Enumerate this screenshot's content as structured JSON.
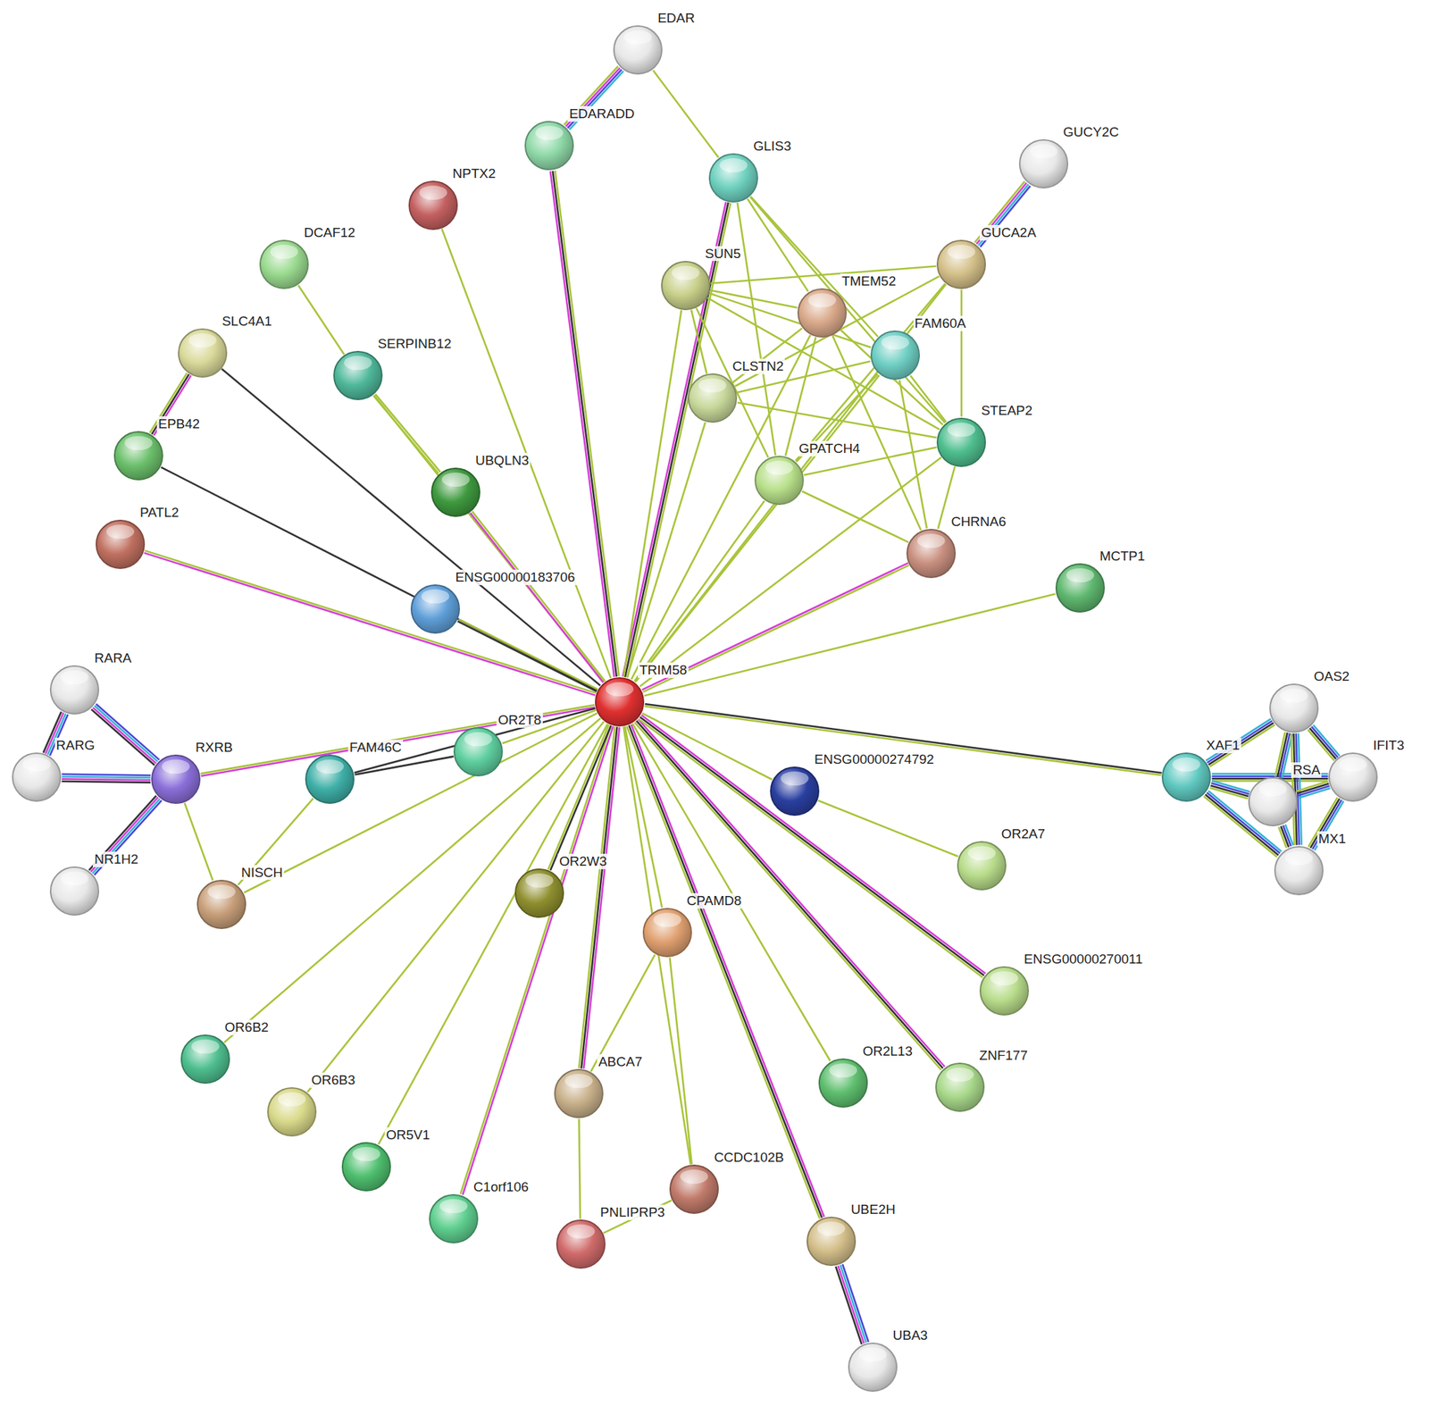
{
  "diagram": {
    "nodes": [
      {
        "text": [
          "EDAR"
        ]
      },
      {
        "text": [
          "EDARADD"
        ]
      },
      {
        "text": [
          "NPTX2"
        ]
      },
      {
        "text": [
          "GLIS3"
        ]
      },
      {
        "text": [
          "GUCY2C"
        ]
      },
      {
        "text": [
          "DCAF12"
        ]
      },
      {
        "text": [
          "GUCA2A"
        ]
      },
      {
        "text": [
          "SUN5"
        ]
      },
      {
        "text": [
          "TMEM52"
        ]
      },
      {
        "text": [
          "FAM60A"
        ]
      },
      {
        "text": [
          "SLC4A1"
        ]
      },
      {
        "text": [
          "SERPINB12"
        ]
      },
      {
        "text": [
          "CLSTN2"
        ]
      },
      {
        "text": [
          "EPB42"
        ]
      },
      {
        "text": [
          "STEAP2"
        ]
      },
      {
        "text": [
          "UBQLN3"
        ]
      },
      {
        "text": [
          "GPATCH4"
        ]
      },
      {
        "text": [
          "PATL2"
        ]
      },
      {
        "text": [
          "CHRNA6"
        ]
      },
      {
        "text": [
          "MCTP1"
        ]
      },
      {
        "text": [
          "ENSG00000183706"
        ]
      },
      {
        "text": [
          "TRIM58"
        ]
      },
      {
        "text": [
          "RARA"
        ]
      },
      {
        "text": [
          "OAS2"
        ]
      },
      {
        "text": [
          "IFIT3"
        ]
      },
      {
        "text": [
          "RARG"
        ]
      },
      {
        "text": [
          "RXRB"
        ]
      },
      {
        "text": [
          "FAM46C"
        ]
      },
      {
        "text": [
          "OR2T8"
        ]
      },
      {
        "text": [
          "XAF1"
        ]
      },
      {
        "text": [
          "RSA"
        ]
      },
      {
        "text": [
          "ENSG00000274792"
        ]
      },
      {
        "text": [
          "MX1"
        ]
      },
      {
        "text": [
          "NR1H2"
        ]
      },
      {
        "text": [
          "NISCH"
        ]
      },
      {
        "text": [
          "OR2W3"
        ]
      },
      {
        "text": [
          "OR2A7"
        ]
      },
      {
        "text": [
          "CPAMD8"
        ]
      },
      {
        "text": [
          "ENSG00000270011"
        ]
      },
      {
        "text": [
          "OR6B2"
        ]
      },
      {
        "text": [
          "OR2L13"
        ]
      },
      {
        "text": [
          "ZNF177"
        ]
      },
      {
        "text": [
          "OR6B3"
        ]
      },
      {
        "text": [
          "ABCA7"
        ]
      },
      {
        "text": [
          "OR5V1"
        ]
      },
      {
        "text": [
          "C1orf106"
        ]
      },
      {
        "text": [
          "CCDC102B"
        ]
      },
      {
        "text": [
          "PNLIPRP3"
        ]
      },
      {
        "text": [
          "UBE2H"
        ]
      },
      {
        "text": [
          "UBA3"
        ]
      }
    ],
    "edges": [
      {
        "from": 21,
        "to": 1,
        "arrow": "none"
      },
      {
        "from": 21,
        "to": 2,
        "arrow": "none"
      },
      {
        "from": 21,
        "to": 3,
        "arrow": "none"
      },
      {
        "from": 21,
        "to": 7,
        "arrow": "none"
      },
      {
        "from": 21,
        "to": 12,
        "arrow": "none"
      },
      {
        "from": 21,
        "to": 16,
        "arrow": "none"
      },
      {
        "from": 21,
        "to": 8,
        "arrow": "none"
      },
      {
        "from": 21,
        "to": 9,
        "arrow": "none"
      },
      {
        "from": 21,
        "to": 14,
        "arrow": "none"
      },
      {
        "from": 21,
        "to": 6,
        "arrow": "none"
      },
      {
        "from": 21,
        "to": 18,
        "arrow": "none"
      },
      {
        "from": 21,
        "to": 19,
        "arrow": "none"
      },
      {
        "from": 21,
        "to": 10,
        "arrow": "none"
      },
      {
        "from": 21,
        "to": 13,
        "arrow": "none"
      },
      {
        "from": 21,
        "to": 11,
        "arrow": "none"
      },
      {
        "from": 21,
        "to": 15,
        "arrow": "none"
      },
      {
        "from": 21,
        "to": 17,
        "arrow": "none"
      },
      {
        "from": 21,
        "to": 20,
        "arrow": "none"
      },
      {
        "from": 21,
        "to": 26,
        "arrow": "none"
      },
      {
        "from": 21,
        "to": 27,
        "arrow": "none"
      },
      {
        "from": 21,
        "to": 28,
        "arrow": "none"
      },
      {
        "from": 21,
        "to": 34,
        "arrow": "none"
      },
      {
        "from": 21,
        "to": 39,
        "arrow": "none"
      },
      {
        "from": 21,
        "to": 42,
        "arrow": "none"
      },
      {
        "from": 21,
        "to": 44,
        "arrow": "none"
      },
      {
        "from": 21,
        "to": 45,
        "arrow": "none"
      },
      {
        "from": 21,
        "to": 35,
        "arrow": "none"
      },
      {
        "from": 21,
        "to": 43,
        "arrow": "none"
      },
      {
        "from": 21,
        "to": 37,
        "arrow": "none"
      },
      {
        "from": 21,
        "to": 46,
        "arrow": "none"
      },
      {
        "from": 21,
        "to": 48,
        "arrow": "none"
      },
      {
        "from": 21,
        "to": 40,
        "arrow": "none"
      },
      {
        "from": 21,
        "to": 41,
        "arrow": "none"
      },
      {
        "from": 21,
        "to": 38,
        "arrow": "none"
      },
      {
        "from": 21,
        "to": 31,
        "arrow": "none"
      },
      {
        "from": 21,
        "to": 29,
        "arrow": "none"
      },
      {
        "from": 0,
        "to": 1,
        "arrow": "none"
      },
      {
        "from": 0,
        "to": 3,
        "arrow": "none"
      },
      {
        "from": 5,
        "to": 11,
        "arrow": "none"
      },
      {
        "from": 11,
        "to": 15,
        "arrow": "none"
      },
      {
        "from": 10,
        "to": 13,
        "arrow": "none"
      },
      {
        "from": 4,
        "to": 6,
        "arrow": "none"
      },
      {
        "from": 3,
        "to": 8,
        "arrow": "none"
      },
      {
        "from": 3,
        "to": 9,
        "arrow": "none"
      },
      {
        "from": 3,
        "to": 16,
        "arrow": "none"
      },
      {
        "from": 3,
        "to": 14,
        "arrow": "none"
      },
      {
        "from": 7,
        "to": 8,
        "arrow": "none"
      },
      {
        "from": 7,
        "to": 9,
        "arrow": "none"
      },
      {
        "from": 7,
        "to": 14,
        "arrow": "none"
      },
      {
        "from": 7,
        "to": 6,
        "arrow": "none"
      },
      {
        "from": 7,
        "to": 12,
        "arrow": "none"
      },
      {
        "from": 7,
        "to": 16,
        "arrow": "none"
      },
      {
        "from": 8,
        "to": 12,
        "arrow": "none"
      },
      {
        "from": 8,
        "to": 16,
        "arrow": "none"
      },
      {
        "from": 8,
        "to": 14,
        "arrow": "none"
      },
      {
        "from": 8,
        "to": 18,
        "arrow": "none"
      },
      {
        "from": 9,
        "to": 12,
        "arrow": "none"
      },
      {
        "from": 9,
        "to": 16,
        "arrow": "none"
      },
      {
        "from": 9,
        "to": 14,
        "arrow": "none"
      },
      {
        "from": 9,
        "to": 18,
        "arrow": "none"
      },
      {
        "from": 6,
        "to": 14,
        "arrow": "none"
      },
      {
        "from": 6,
        "to": 16,
        "arrow": "none"
      },
      {
        "from": 6,
        "to": 12,
        "arrow": "none"
      },
      {
        "from": 16,
        "to": 14,
        "arrow": "none"
      },
      {
        "from": 16,
        "to": 18,
        "arrow": "none"
      },
      {
        "from": 14,
        "to": 18,
        "arrow": "none"
      },
      {
        "from": 12,
        "to": 14,
        "arrow": "none"
      },
      {
        "from": 22,
        "to": 25,
        "arrow": "none"
      },
      {
        "from": 22,
        "to": 26,
        "arrow": "none"
      },
      {
        "from": 25,
        "to": 26,
        "arrow": "none"
      },
      {
        "from": 26,
        "to": 33,
        "arrow": "none"
      },
      {
        "from": 26,
        "to": 34,
        "arrow": "none"
      },
      {
        "from": 27,
        "to": 34,
        "arrow": "none"
      },
      {
        "from": 27,
        "to": 28,
        "arrow": "none"
      },
      {
        "from": 31,
        "to": 36,
        "arrow": "none"
      },
      {
        "from": 37,
        "to": 43,
        "arrow": "none"
      },
      {
        "from": 37,
        "to": 46,
        "arrow": "none"
      },
      {
        "from": 43,
        "to": 47,
        "arrow": "none"
      },
      {
        "from": 46,
        "to": 47,
        "arrow": "none"
      },
      {
        "from": 48,
        "to": 49,
        "arrow": "none"
      },
      {
        "from": 29,
        "to": 23,
        "arrow": "none"
      },
      {
        "from": 29,
        "to": 24,
        "arrow": "none"
      },
      {
        "from": 29,
        "to": 30,
        "arrow": "none"
      },
      {
        "from": 29,
        "to": 32,
        "arrow": "none"
      },
      {
        "from": 23,
        "to": 24,
        "arrow": "none"
      },
      {
        "from": 23,
        "to": 30,
        "arrow": "none"
      },
      {
        "from": 23,
        "to": 32,
        "arrow": "none"
      },
      {
        "from": 24,
        "to": 30,
        "arrow": "none"
      },
      {
        "from": 24,
        "to": 32,
        "arrow": "none"
      },
      {
        "from": 30,
        "to": 32,
        "arrow": "none"
      }
    ]
  }
}
